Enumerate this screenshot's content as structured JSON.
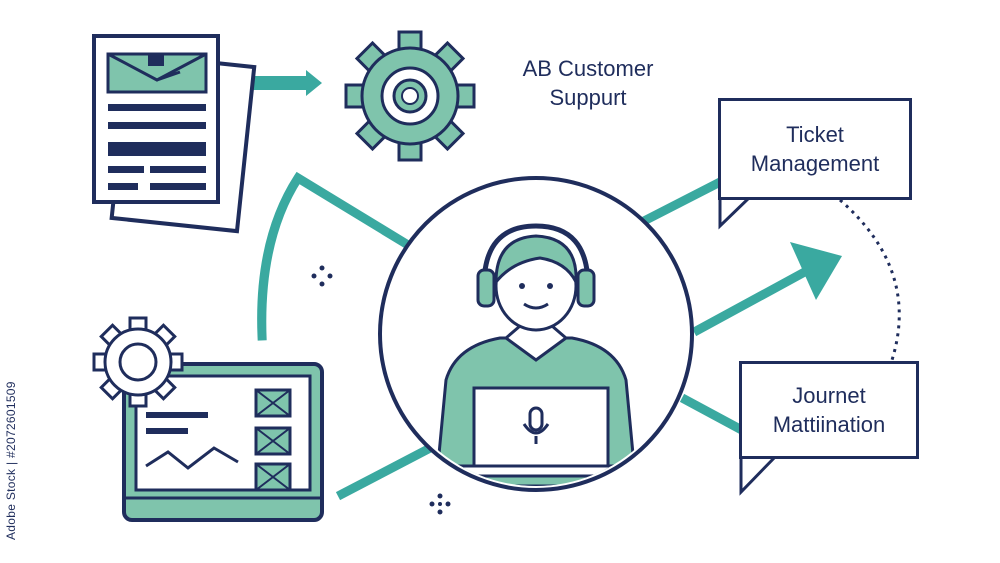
{
  "diagram": {
    "title": "AB Customer Suppurt",
    "nodes": [
      {
        "id": "ticket",
        "label": "Ticket Management"
      },
      {
        "id": "journey",
        "label": "Journet Mattiination"
      }
    ]
  },
  "watermark": "Adobe Stock | #2072601509",
  "colors": {
    "navy": "#1f2d5c",
    "teal": "#3aa9a0",
    "mint": "#7fc4ac"
  }
}
